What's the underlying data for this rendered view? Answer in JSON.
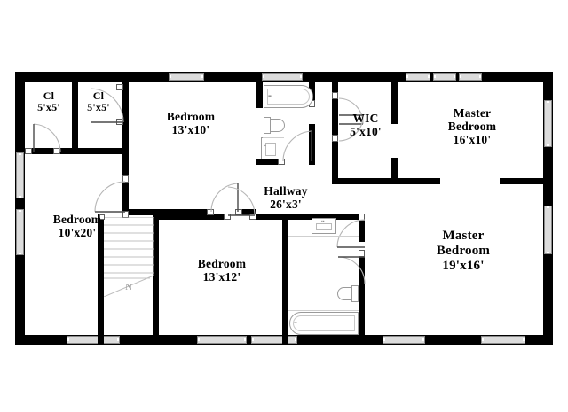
{
  "document": {
    "type": "residential-floor-plan",
    "level": "second-floor",
    "background_color": "#ffffff",
    "wall_color": "#000000",
    "window_color": "#dcdcdc",
    "fixture_outline_color": "#9a9a9a"
  },
  "rooms": [
    {
      "id": "closet-left",
      "name": "Cl",
      "dimensions": "5'x5'"
    },
    {
      "id": "closet-right",
      "name": "Cl",
      "dimensions": "5'x5'"
    },
    {
      "id": "bedroom-top",
      "name": "Bedroom",
      "dimensions": "13'x10'"
    },
    {
      "id": "wic",
      "name": "WIC",
      "dimensions": "5'x10'"
    },
    {
      "id": "master-bedroom-top",
      "name": "Master\nBedroom",
      "name_line1": "Master",
      "name_line2": "Bedroom",
      "dimensions": "16'x10'"
    },
    {
      "id": "bedroom-left",
      "name": "Bedroom",
      "dimensions": "10'x20'"
    },
    {
      "id": "hallway",
      "name": "Hallway",
      "dimensions": "26'x3'"
    },
    {
      "id": "bedroom-bottom",
      "name": "Bedroom",
      "dimensions": "13'x12'"
    },
    {
      "id": "master-bedroom-main",
      "name_line1": "Master",
      "name_line2": "Bedroom",
      "name": "Master Bedroom",
      "dimensions": "19'x16'"
    }
  ],
  "fixtures": [
    {
      "id": "bath-upper-tub",
      "type": "bathtub",
      "room": "upper-bathroom"
    },
    {
      "id": "bath-upper-toilet",
      "type": "toilet",
      "room": "upper-bathroom"
    },
    {
      "id": "bath-upper-sink",
      "type": "sink",
      "room": "upper-bathroom"
    },
    {
      "id": "bath-lower-sink",
      "type": "sink",
      "room": "lower-bathroom"
    },
    {
      "id": "bath-lower-toilet",
      "type": "toilet",
      "room": "lower-bathroom"
    },
    {
      "id": "bath-lower-tub",
      "type": "bathtub",
      "room": "lower-bathroom"
    }
  ],
  "circulation": [
    {
      "id": "staircase",
      "type": "stairs",
      "direction_marker": "N"
    }
  ],
  "counts": {
    "windows": 13,
    "doors": 9,
    "bedrooms": 4,
    "bathrooms": 2,
    "closets": 3
  }
}
